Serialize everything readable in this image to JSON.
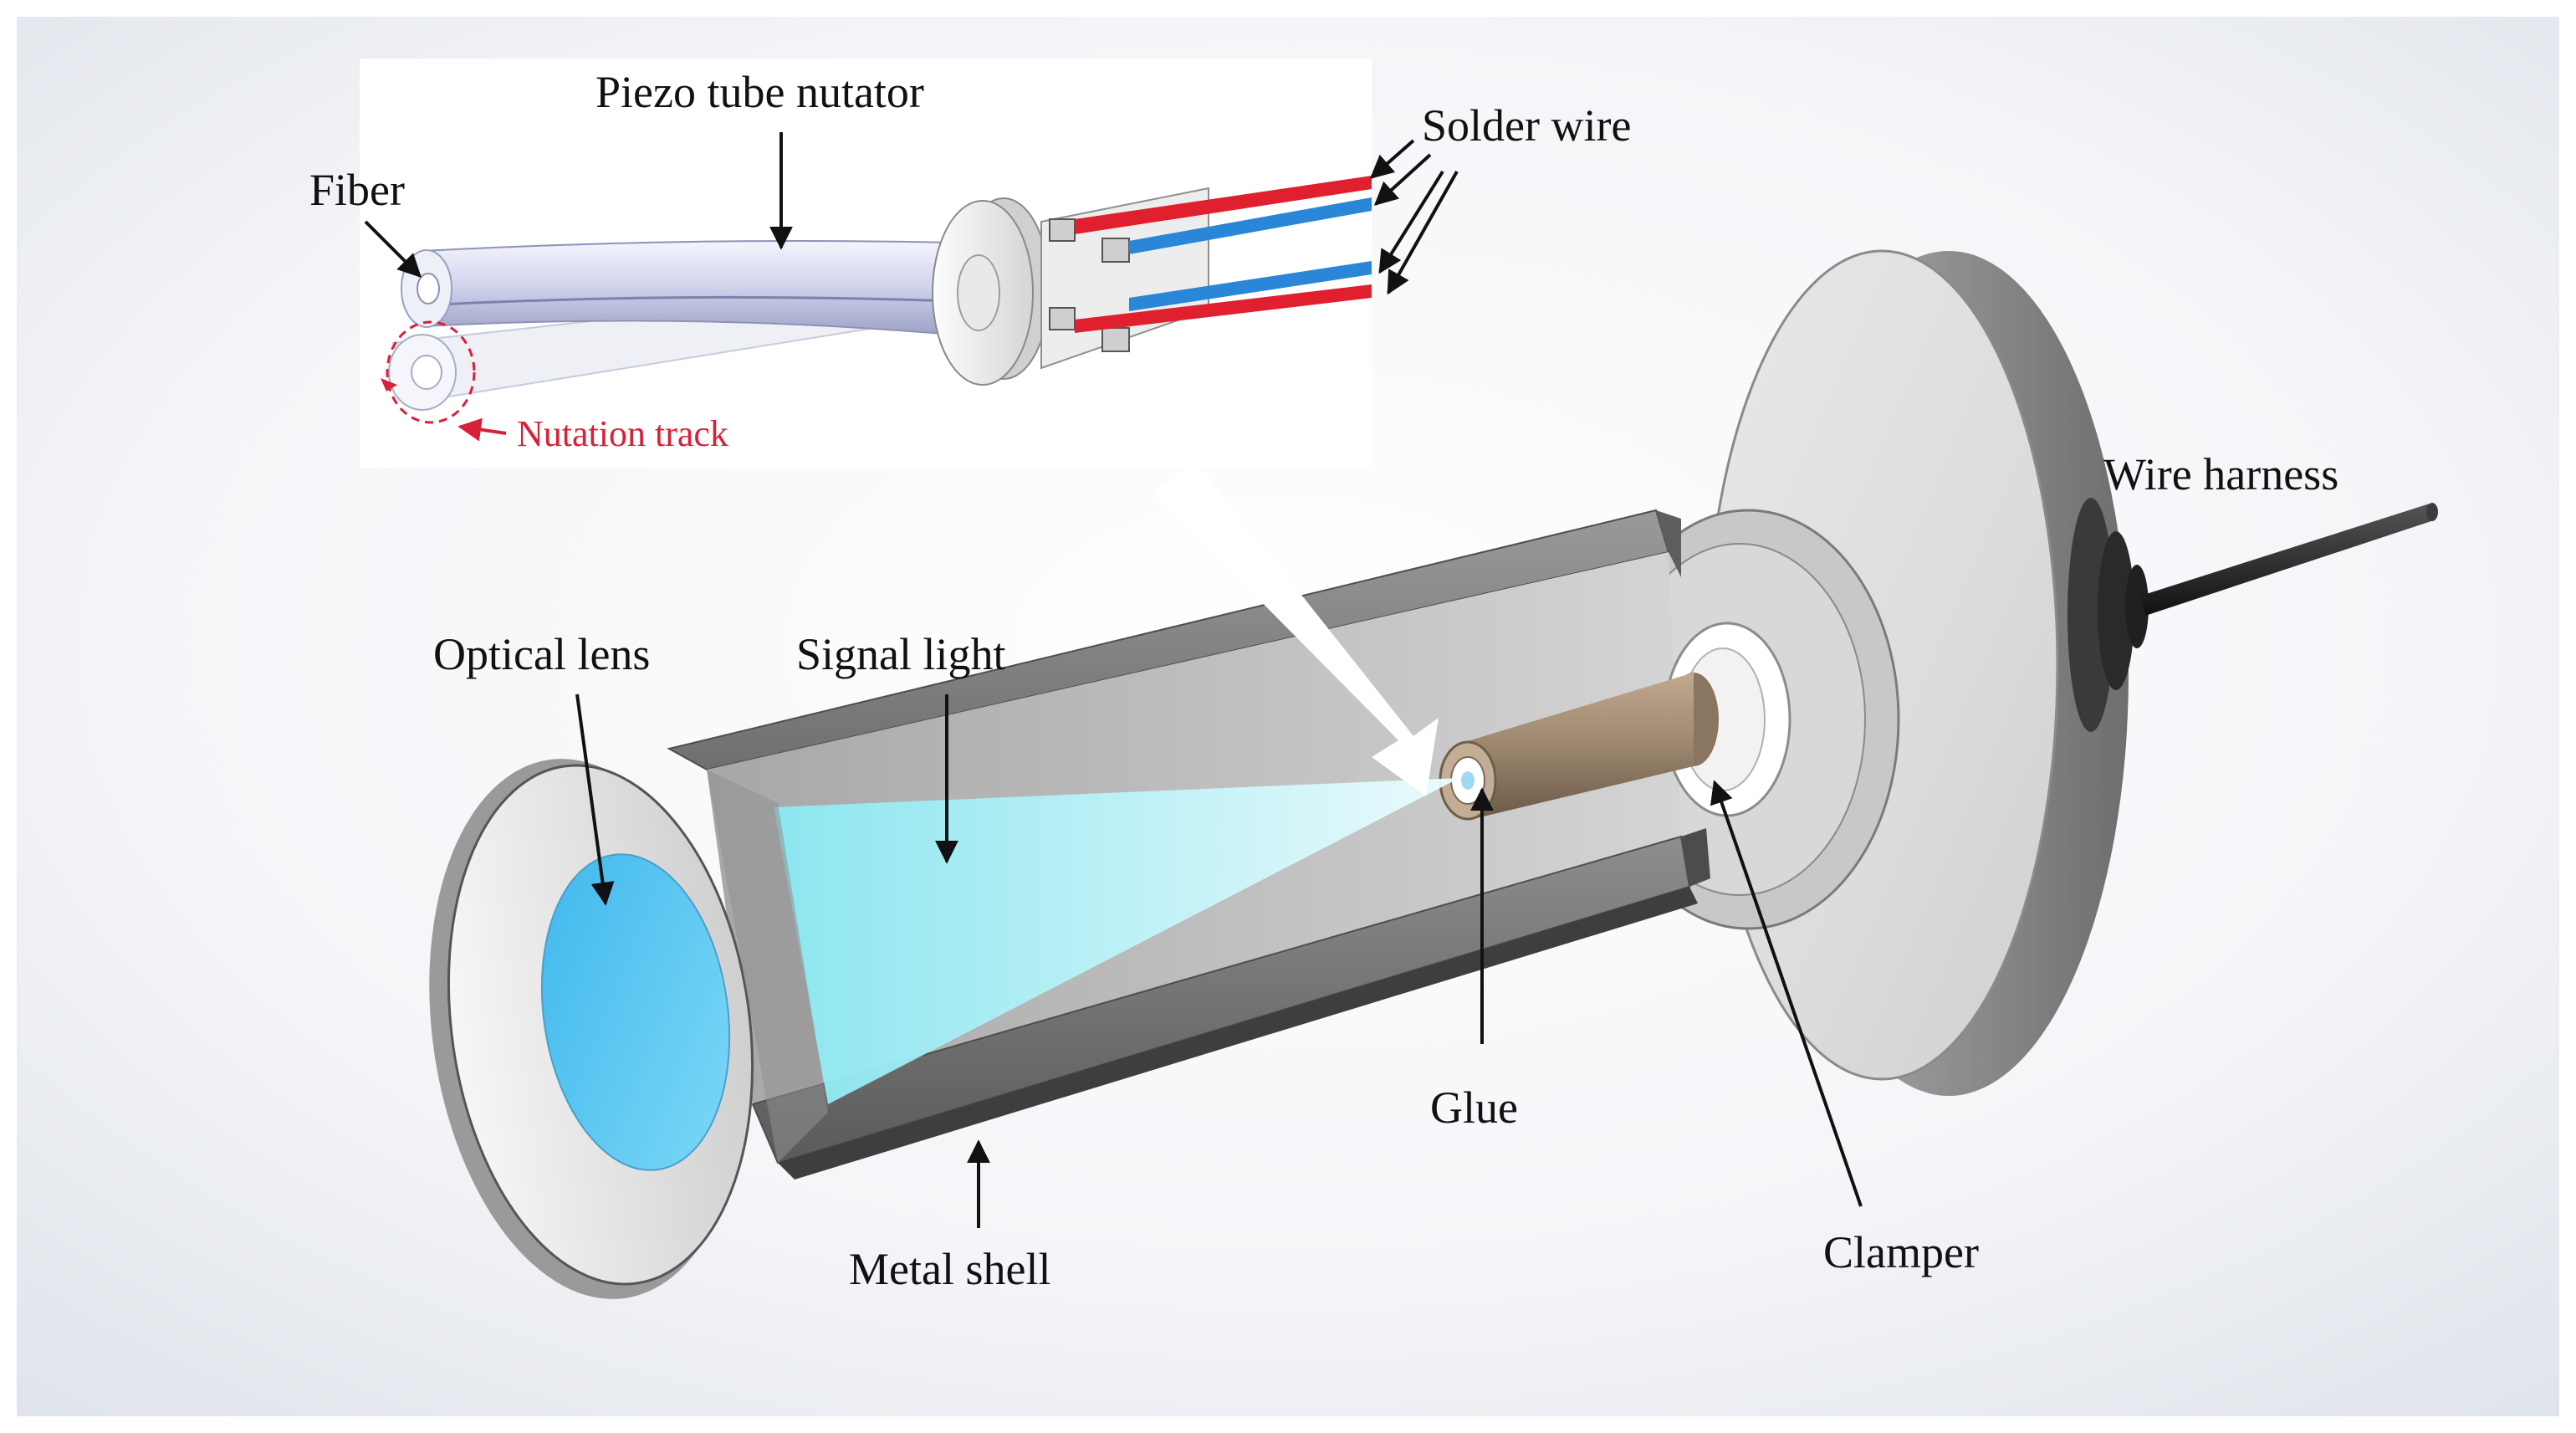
{
  "labels": {
    "piezo_tube_nutator": "Piezo tube nutator",
    "fiber": "Fiber",
    "solder_wire": "Solder wire",
    "nutation_track": "Nutation track",
    "wire_harness": "Wire harness",
    "optical_lens": "Optical lens",
    "signal_light": "Signal light",
    "glue": "Glue",
    "metal_shell": "Metal shell",
    "clamper": "Clamper"
  },
  "colors": {
    "background_center": "#ffffff",
    "background_edge": "#dfe3ea",
    "metal_light": "#e4e4e4",
    "metal_mid": "#a9a9a9",
    "metal_dark": "#5e5e5e",
    "lens_blue": "#4cc4f0",
    "signal_light": "#a6f1f7",
    "tube_brown": "#a08a72",
    "piezo_tube": "#dcdff2",
    "wire_red": "#e0202e",
    "wire_blue": "#2a86d6",
    "nutation_red": "#d9203a",
    "harness_black": "#2b2b2b",
    "label_black": "#111111"
  }
}
